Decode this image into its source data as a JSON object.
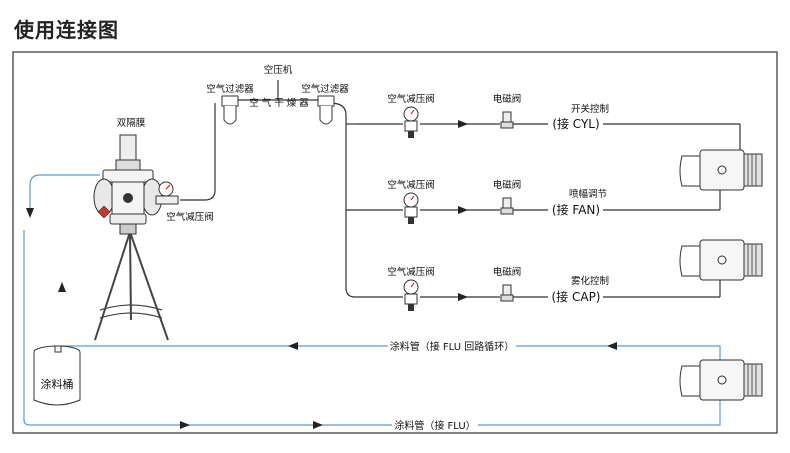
{
  "title": "使用连接图",
  "labels": {
    "compressor": "空压机",
    "filter_left": "空气过滤器",
    "filter_right": "空气过滤器",
    "dryer": "空 气 干 燥 器",
    "diaphragm": "双隔膜",
    "regulator_pump": "空气减压阀",
    "regulator_1": "空气减压阀",
    "regulator_2": "空气减压阀",
    "regulator_3": "空气减压阀",
    "valve_1": "电磁阀",
    "valve_2": "电磁阀",
    "valve_3": "电磁阀",
    "switch_control": "开关控制",
    "spray_control": "喷幅调节",
    "atomize_control": "雾化控制",
    "cyl_port": "(接  CYL)",
    "fan_port": "(接  FAN)",
    "cap_port": "(接  CAP)",
    "bucket": "涂料桶",
    "return_line": "涂料管（接  FLU 回路循环）",
    "feed_line": "涂料管（接  FLU）"
  },
  "colors": {
    "air_line": "#333333",
    "paint_line": "#5b9bd5",
    "frame": "#333333"
  }
}
